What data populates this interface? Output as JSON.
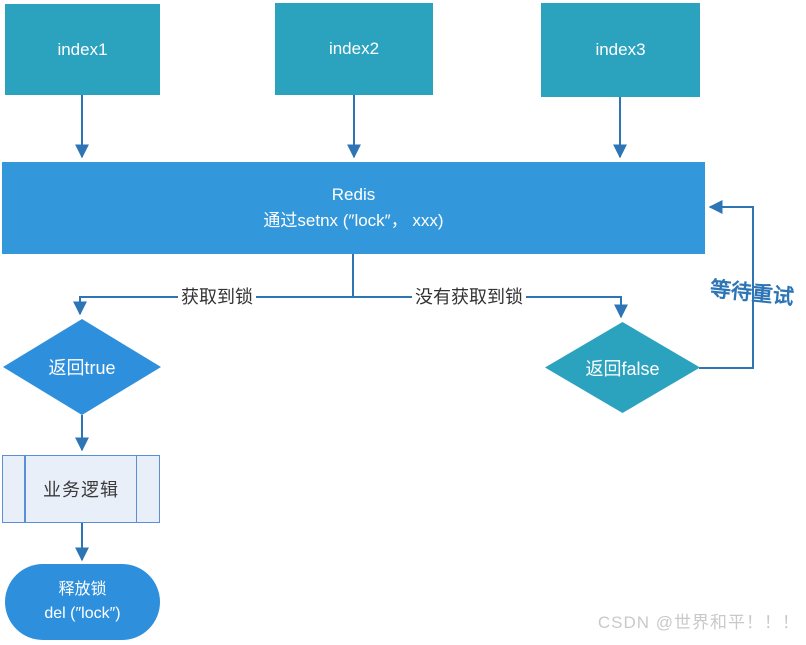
{
  "diagram": {
    "type": "flowchart",
    "nodes": {
      "index1": {
        "label": "index1"
      },
      "index2": {
        "label": "index2"
      },
      "index3": {
        "label": "index3"
      },
      "redis": {
        "line1": "Redis",
        "line2": "通过setnx (″lock″， xxx)"
      },
      "return_true": {
        "label": "返回true"
      },
      "return_false": {
        "label": "返回false"
      },
      "business_logic": {
        "label": "业务逻辑"
      },
      "release_lock": {
        "line1": "释放锁",
        "line2": "del (″lock″)"
      }
    },
    "edge_labels": {
      "acquired": "获取到锁",
      "not_acquired": "没有获取到锁",
      "retry": "等待重试"
    },
    "colors": {
      "teal": "#2BA3BE",
      "blue": "#3398DB",
      "blue_node": "#2E8FDC",
      "connector": "#2E75B6",
      "process_fill": "#E9EFF9",
      "process_border": "#5B8FD4",
      "label_dark": "#333333",
      "process_text": "#3A3A3A",
      "watermark_color": "#C9C9C9"
    }
  },
  "watermark": "CSDN @世界和平！！！"
}
